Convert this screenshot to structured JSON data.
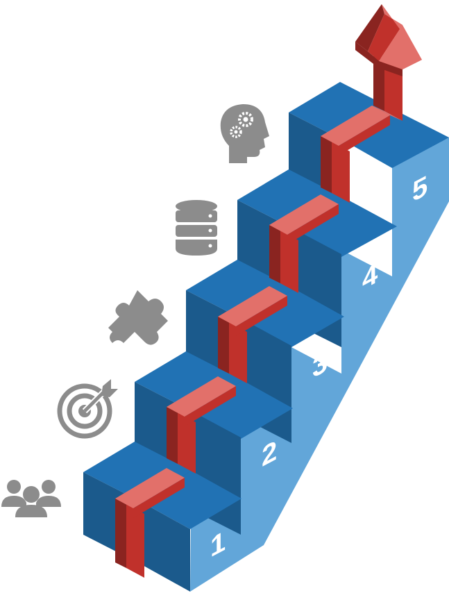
{
  "colors": {
    "step_top": "#2172b4",
    "step_front": "#1b5a8c",
    "step_side": "#62a6d9",
    "arrow_top": "#e2706a",
    "arrow_front": "#c0312b",
    "arrow_dark": "#8a2420",
    "icon": "#8c8c8c"
  },
  "steps": [
    {
      "number": "1",
      "icon": "people-icon"
    },
    {
      "number": "2",
      "icon": "target-icon"
    },
    {
      "number": "3",
      "icon": "puzzle-piece-icon"
    },
    {
      "number": "4",
      "icon": "database-icon"
    },
    {
      "number": "5",
      "icon": "head-gears-icon"
    }
  ]
}
